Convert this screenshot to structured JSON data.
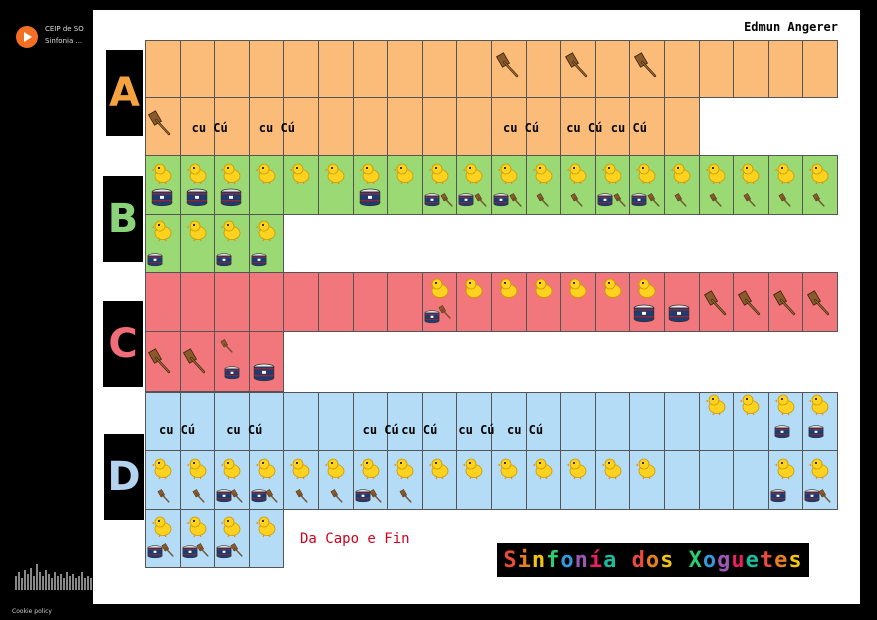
{
  "soundcloud": {
    "line1": "CEIP de SO",
    "line2": "Sinfonia ...",
    "cookie": "Cookie policy"
  },
  "sheet": {
    "composer": "Edmun Angerer",
    "sections": [
      "A",
      "B",
      "C",
      "D"
    ],
    "section_colors": {
      "A": "#f4a340",
      "B": "#8bd37a",
      "C": "#f26d7a",
      "D": "#b3d3ef"
    },
    "row_colors": {
      "orange": "#fbbc79",
      "green": "#9ad974",
      "red": "#f2777d",
      "blue": "#b5dcf6"
    },
    "cucu_label": "cu Cú",
    "da_capo": "Da Capo e Fin",
    "title": "Sinfonía dos Xoguetes",
    "title_colors": [
      "#e74c3c",
      "#e67e22",
      "#f1c40f",
      "#2ecc71",
      "#3498db",
      "#9b59b6",
      "#e91e63",
      "#1abc9c"
    ]
  }
}
